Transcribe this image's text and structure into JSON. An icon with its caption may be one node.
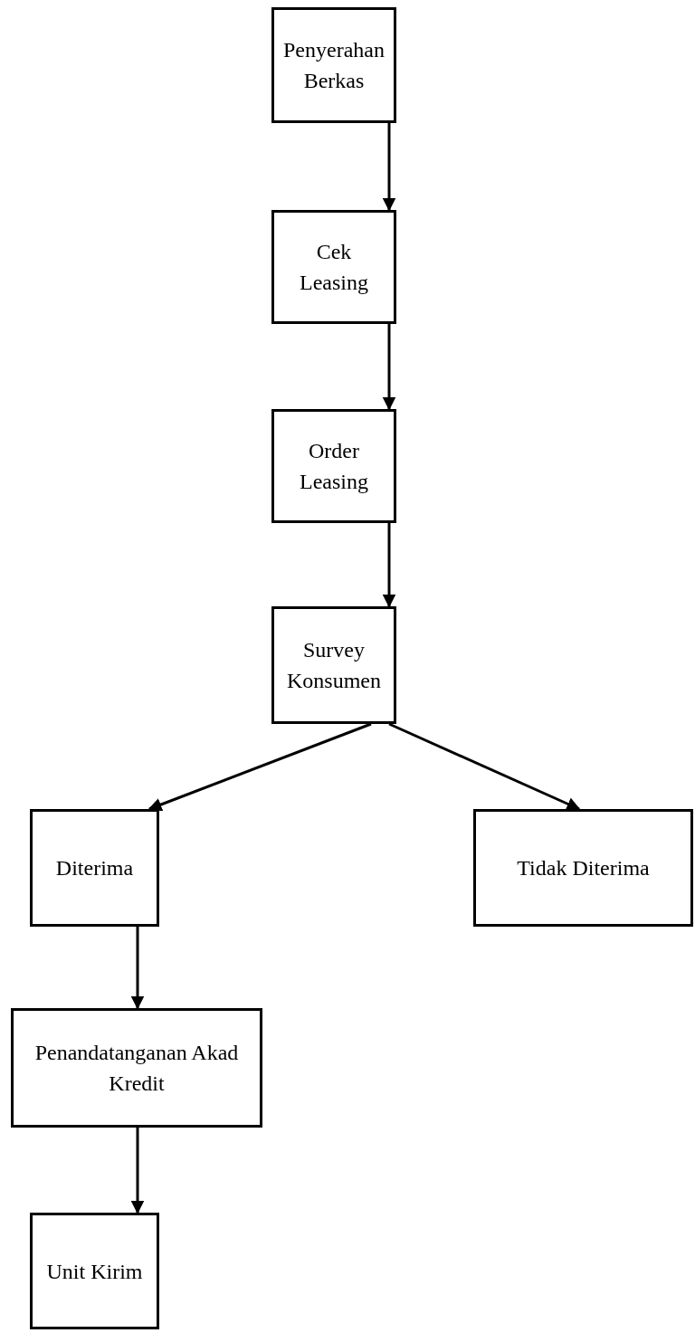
{
  "diagram": {
    "nodes": [
      {
        "text": [
          "Penyerahan Berkas"
        ]
      },
      {
        "text": [
          "Cek Leasing"
        ]
      },
      {
        "text": [
          "Order Leasing"
        ]
      },
      {
        "text": [
          "Survey Konsumen"
        ]
      },
      {
        "text": [
          "Diterima"
        ]
      },
      {
        "text": [
          "Tidak Diterima"
        ]
      },
      {
        "text": [
          "Penandatanganan Akad Kredit"
        ]
      },
      {
        "text": [
          "Unit Kirim"
        ]
      }
    ],
    "edges": [
      {
        "from": 0,
        "to": 1,
        "arrow": "to"
      },
      {
        "from": 1,
        "to": 2,
        "arrow": "to"
      },
      {
        "from": 2,
        "to": 3,
        "arrow": "to"
      },
      {
        "from": 3,
        "to": 4,
        "arrow": "to"
      },
      {
        "from": 3,
        "to": 5,
        "arrow": "to"
      },
      {
        "from": 4,
        "to": 6,
        "arrow": "to"
      },
      {
        "from": 6,
        "to": 7,
        "arrow": "to"
      }
    ]
  }
}
